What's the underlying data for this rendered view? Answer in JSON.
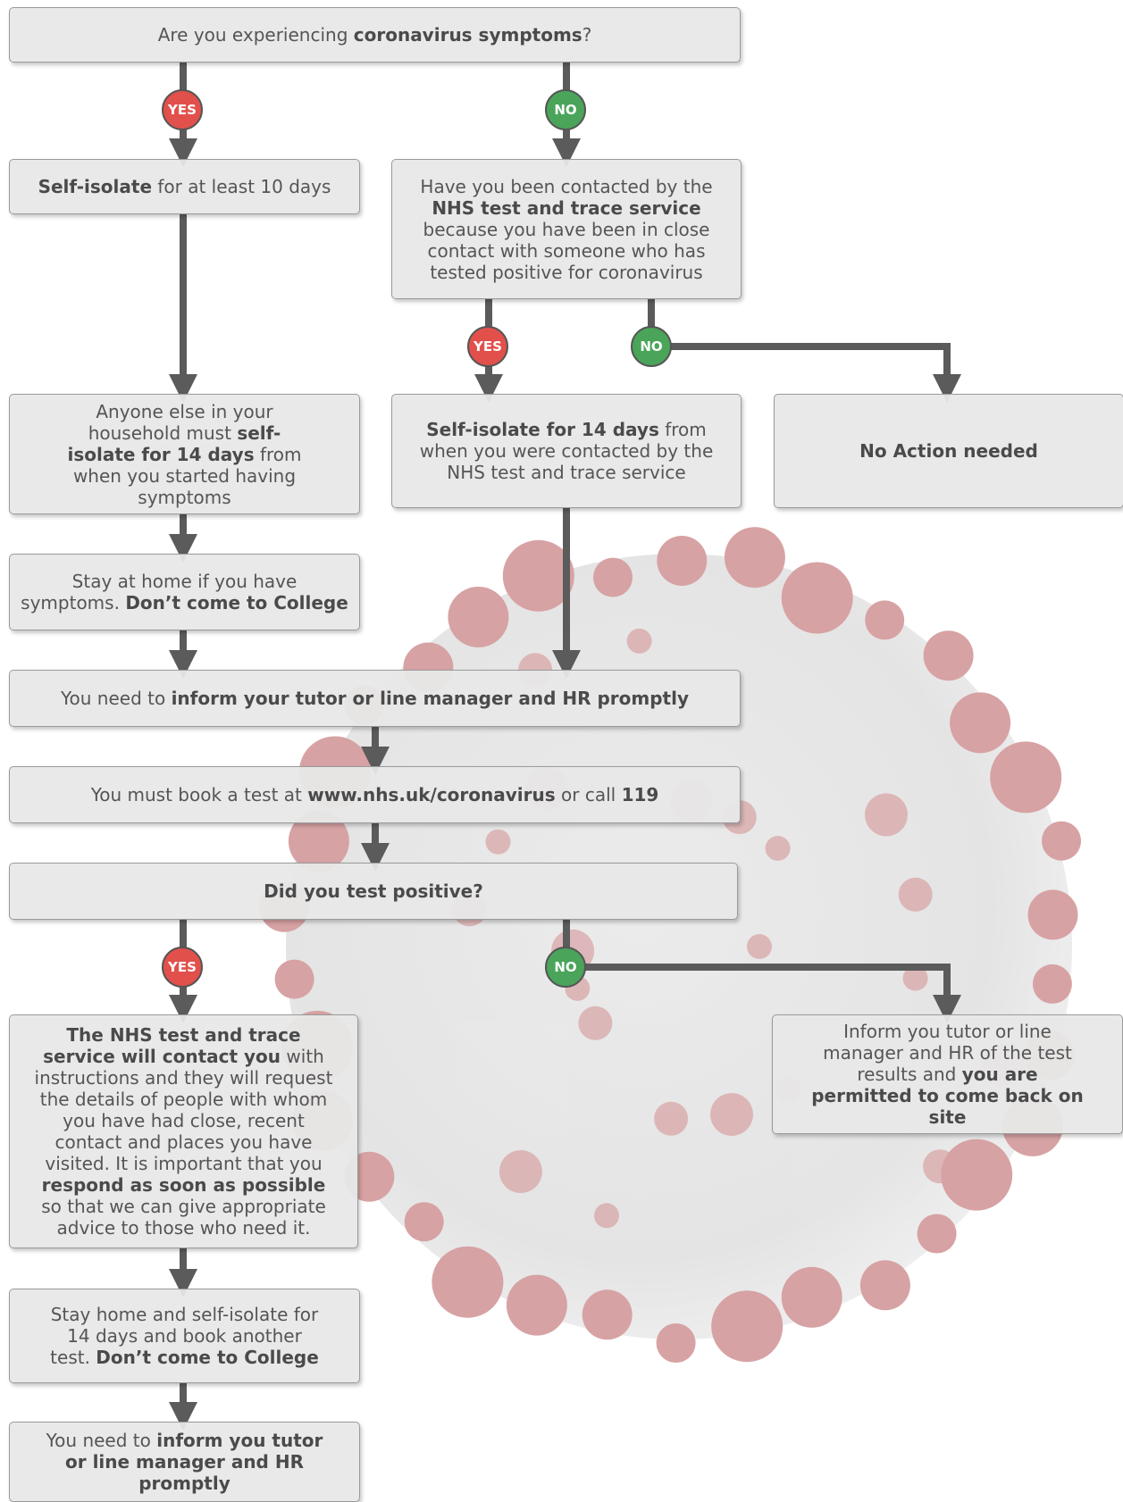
{
  "colors": {
    "yes": "#e2504c",
    "no": "#4aa45a",
    "connector": "#5b5b5b",
    "box": "#e8e8e8"
  },
  "background_icon": "coronavirus-icon",
  "boxes": {
    "q_symptoms": {
      "parts": [
        {
          "t": "Are you experiencing "
        },
        {
          "t": "coronavirus symptoms",
          "b": true
        },
        {
          "t": "?"
        }
      ]
    },
    "self_isolate_10": {
      "parts": [
        {
          "t": "Self-isolate",
          "b": true
        },
        {
          "t": " for at least 10 days"
        }
      ]
    },
    "q_contacted": {
      "parts": [
        {
          "t": "Have you been contacted by the "
        },
        {
          "t": "NHS test and trace service",
          "b": true
        },
        {
          "t": " because you have been in close contact with someone who has tested positive for coronavirus"
        }
      ]
    },
    "household": {
      "parts": [
        {
          "t": "Anyone else in your household must "
        },
        {
          "t": "self-isolate for 14 days",
          "b": true
        },
        {
          "t": " from when you started having symptoms"
        }
      ]
    },
    "self_isolate_14": {
      "parts": [
        {
          "t": "Self-isolate for 14 days",
          "b": true
        },
        {
          "t": " from when you were contacted by the NHS test and trace service"
        }
      ]
    },
    "no_action": {
      "parts": [
        {
          "t": "No Action needed",
          "b": true
        }
      ]
    },
    "stay_home": {
      "parts": [
        {
          "t": "Stay at home if you have symptoms. "
        },
        {
          "t": "Don’t come to College",
          "b": true
        }
      ]
    },
    "inform_1": {
      "parts": [
        {
          "t": "You need to "
        },
        {
          "t": "inform your tutor or line manager and HR promptly",
          "b": true
        }
      ]
    },
    "book_test": {
      "parts": [
        {
          "t": "You must book a test at "
        },
        {
          "t": "www.nhs.uk/coronavirus",
          "b": true
        },
        {
          "t": " or call "
        },
        {
          "t": "119",
          "b": true
        }
      ]
    },
    "q_positive": {
      "parts": [
        {
          "t": "Did you test positive?",
          "b": true
        }
      ]
    },
    "nhs_contact": {
      "parts": [
        {
          "t": "The NHS test and trace service will contact you",
          "b": true
        },
        {
          "t": " with instructions and they will request the details of people with whom you have had close, recent contact and places you have visited. It is important that you "
        },
        {
          "t": "respond as soon as possible",
          "b": true
        },
        {
          "t": " so that we can give appropriate advice to those who need it."
        }
      ]
    },
    "permitted": {
      "parts": [
        {
          "t": "Inform you tutor or line manager and HR of the test results and "
        },
        {
          "t": "you are permitted to come back on site",
          "b": true
        }
      ]
    },
    "stay_home_2": {
      "parts": [
        {
          "t": "Stay home and self-isolate for 14 days and book another test. "
        },
        {
          "t": "Don’t come to College",
          "b": true
        }
      ]
    },
    "inform_2": {
      "parts": [
        {
          "t": "You need to "
        },
        {
          "t": "inform you tutor or line manager and HR promptly",
          "b": true
        }
      ]
    }
  },
  "badges": {
    "yes_1": "YES",
    "no_1": "NO",
    "yes_2": "YES",
    "no_2": "NO",
    "yes_3": "YES",
    "no_3": "NO"
  }
}
